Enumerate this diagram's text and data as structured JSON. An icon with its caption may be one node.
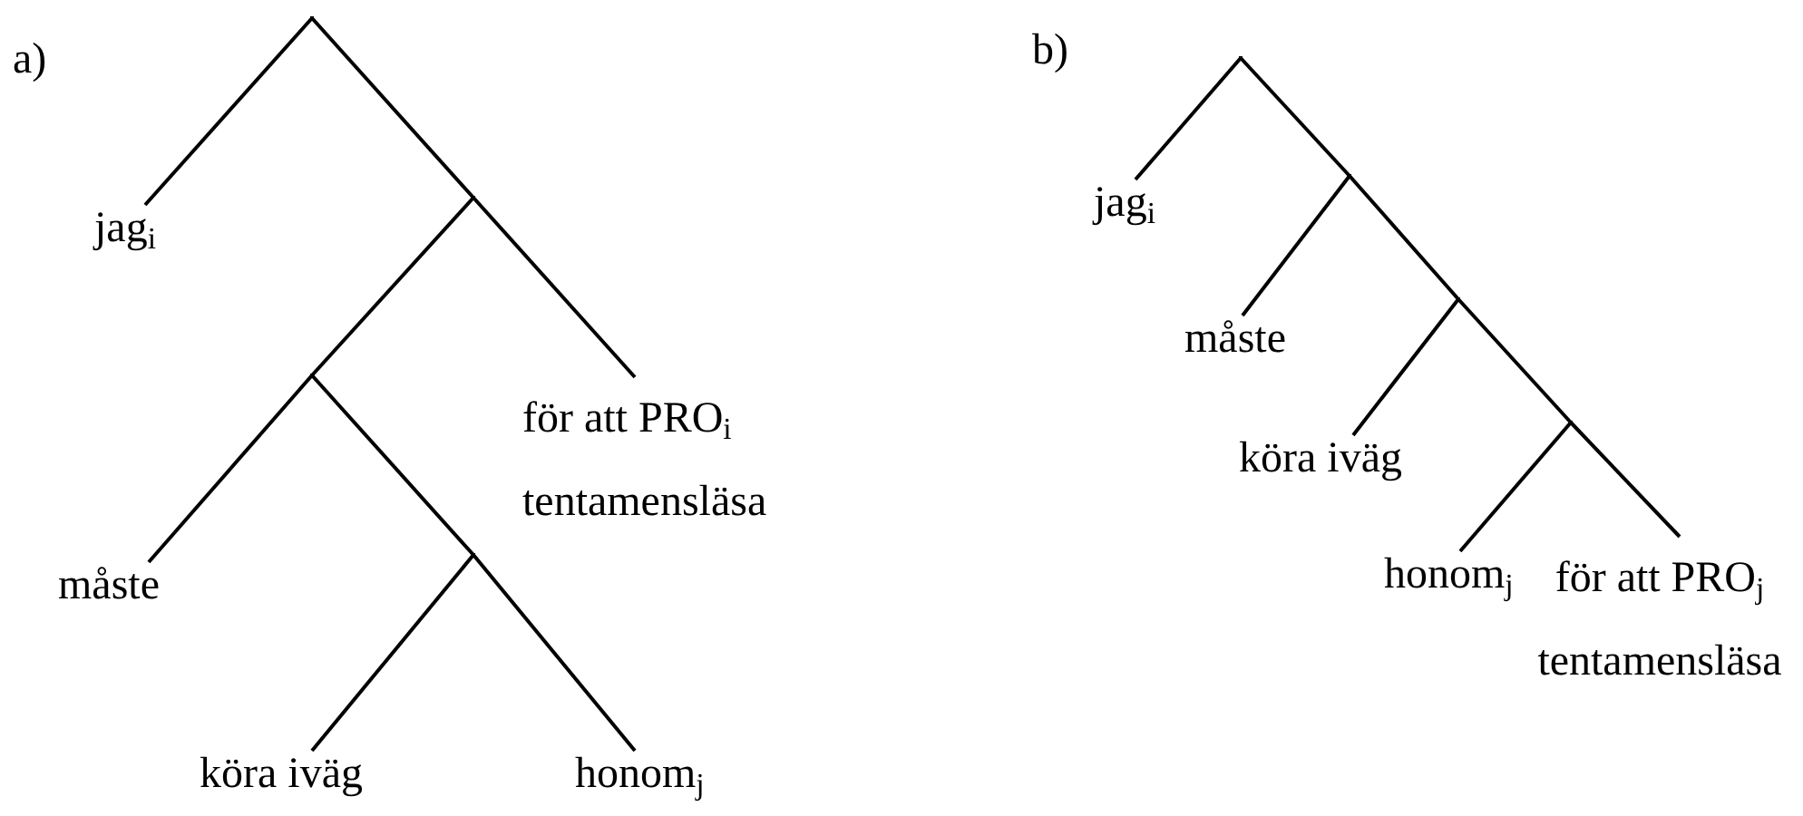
{
  "diagram": {
    "nodes": [
      {
        "text": [],
        "shape": "point"
      },
      {
        "text": [
          "jag$_{i}$"
        ]
      },
      {
        "text": [],
        "shape": "point"
      },
      {
        "text": [],
        "shape": "point"
      },
      {
        "text": [
          "för att PRO$_{i}$ tentamensläsa"
        ]
      },
      {
        "text": [
          "måste"
        ]
      },
      {
        "text": [],
        "shape": "point"
      },
      {
        "text": [
          "köra iväg"
        ]
      },
      {
        "text": [
          "honom$_{j}$"
        ]
      },
      {
        "text": [],
        "shape": "point"
      },
      {
        "text": [
          "jag$_{i}$"
        ]
      },
      {
        "text": [],
        "shape": "point"
      },
      {
        "text": [
          "måste"
        ]
      },
      {
        "text": [],
        "shape": "point"
      },
      {
        "text": [
          "köra iväg"
        ]
      },
      {
        "text": [],
        "shape": "point"
      },
      {
        "text": [
          "honom$_{j}$"
        ]
      },
      {
        "text": [
          "för att PRO$_{j}$ tentamensläsa"
        ]
      }
    ],
    "edges": [
      {
        "from": 0,
        "to": 1,
        "arrow": "none"
      },
      {
        "from": 0,
        "to": 2,
        "arrow": "none"
      },
      {
        "from": 2,
        "to": 3,
        "arrow": "none"
      },
      {
        "from": 2,
        "to": 4,
        "arrow": "none"
      },
      {
        "from": 3,
        "to": 5,
        "arrow": "none"
      },
      {
        "from": 3,
        "to": 6,
        "arrow": "none"
      },
      {
        "from": 6,
        "to": 7,
        "arrow": "none"
      },
      {
        "from": 6,
        "to": 8,
        "arrow": "none"
      },
      {
        "from": 9,
        "to": 10,
        "arrow": "none"
      },
      {
        "from": 9,
        "to": 11,
        "arrow": "none"
      },
      {
        "from": 11,
        "to": 12,
        "arrow": "none"
      },
      {
        "from": 11,
        "to": 13,
        "arrow": "none"
      },
      {
        "from": 13,
        "to": 14,
        "arrow": "none"
      },
      {
        "from": 13,
        "to": 15,
        "arrow": "none"
      },
      {
        "from": 15,
        "to": 16,
        "arrow": "none"
      },
      {
        "from": 15,
        "to": 17,
        "arrow": "none"
      }
    ],
    "labels": [
      "a)",
      "b)"
    ]
  }
}
